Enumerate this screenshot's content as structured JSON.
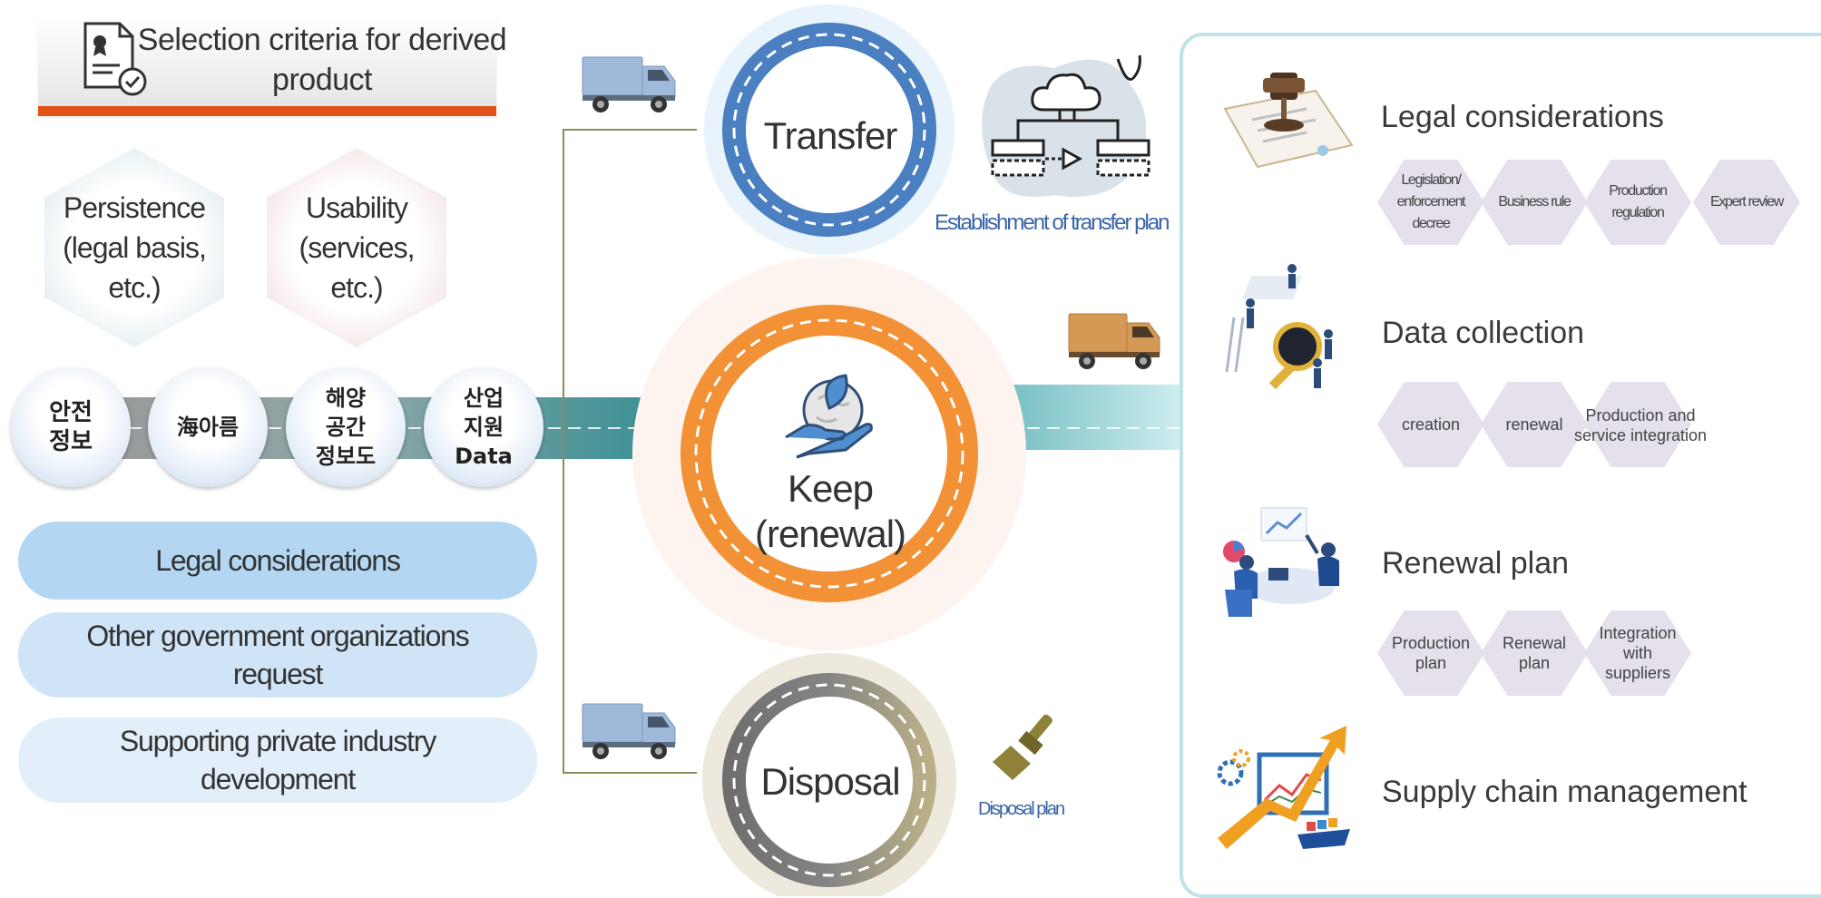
{
  "header": {
    "title": "Selection criteria for derived product"
  },
  "criteria": {
    "persistence": "Persistence (legal basis, etc.)",
    "usability": "Usability (services, etc.)"
  },
  "datasets": [
    {
      "label": "안전\n정보"
    },
    {
      "label": "海아름"
    },
    {
      "label": "해양\n공간\n정보도"
    },
    {
      "label": "산업\n지원\nData"
    }
  ],
  "reasons": [
    {
      "label": "Legal considerations"
    },
    {
      "label": "Other government organizations request"
    },
    {
      "label": "Supporting private industry development"
    }
  ],
  "lifecycle": {
    "transfer": "Transfer",
    "keep": "Keep (renewal)",
    "disposal": "Disposal",
    "transfer_plan": "Establishment of transfer plan",
    "disposal_plan": "Disposal plan"
  },
  "panel": {
    "sections": [
      {
        "title": "Legal considerations",
        "items": [
          "Legislation/ enforcement decree",
          "Business rule",
          "Production regulation",
          "Expert review"
        ]
      },
      {
        "title": "Data collection",
        "items": [
          "creation",
          "renewal",
          "Production and service integration"
        ]
      },
      {
        "title": "Renewal plan",
        "items": [
          "Production plan",
          "Renewal plan",
          "Integration with suppliers"
        ]
      },
      {
        "title": "Supply chain management",
        "items": []
      }
    ]
  },
  "colors": {
    "accent_bar": "#e2531a",
    "transfer_ring": "#4a7fc1",
    "keep_ring": "#f29135",
    "disposal_ring": "#7a7a7a",
    "band": "#3f9aa0",
    "panel_border": "#bfe3e7"
  }
}
